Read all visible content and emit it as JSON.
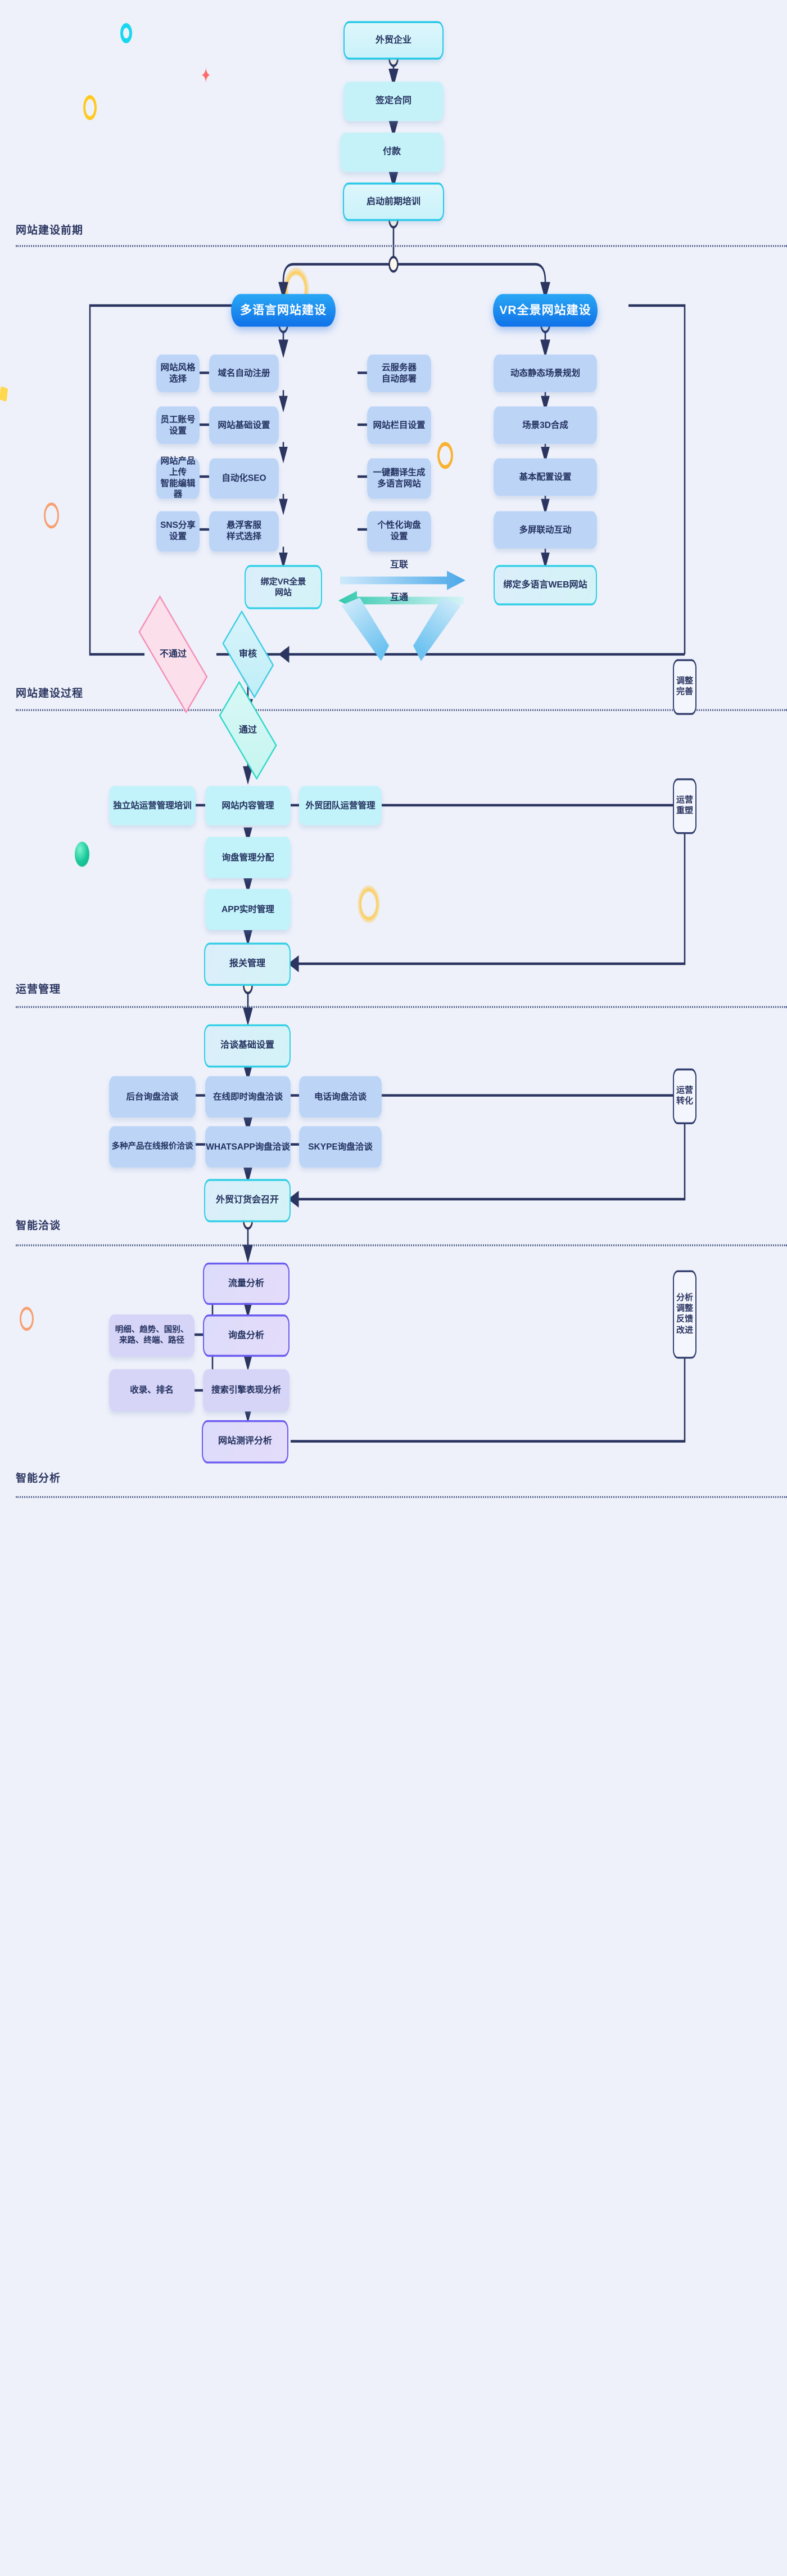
{
  "sections": [
    {
      "id": "pre",
      "label": "网站建设前期"
    },
    {
      "id": "build",
      "label": "网站建设过程"
    },
    {
      "id": "ops",
      "label": "运营管理"
    },
    {
      "id": "talk",
      "label": "智能洽谈"
    },
    {
      "id": "analyze",
      "label": "智能分析"
    }
  ],
  "top_flow": [
    {
      "label": "外贸企业"
    },
    {
      "label": "签定合同"
    },
    {
      "label": "付款"
    },
    {
      "label": "启动前期培训"
    }
  ],
  "branch_headers": {
    "multilang": "多语言网站建设",
    "vr": "VR全景网站建设"
  },
  "multilang_grid": {
    "rows": [
      {
        "left": "网站风格选择",
        "center": "域名自动注册",
        "right": "云服务器\n自动部署"
      },
      {
        "left": "员工账号设置",
        "center": "网站基础设置",
        "right": "网站栏目设置"
      },
      {
        "left": "网站产品上传\n智能编辑器",
        "center": "自动化SEO",
        "right": "一键翻译生成\n多语言网站"
      },
      {
        "left": "SNS分享设置",
        "center": "悬浮客服\n样式选择",
        "right": "个性化询盘\n设置"
      }
    ],
    "bind_node": "绑定VR全景\n网站"
  },
  "vr_column": [
    "动态静态场景规划",
    "场景3D合成",
    "基本配置设置",
    "多屏联动互动"
  ],
  "vr_bind_node": "绑定多语言WEB网站",
  "interchange": {
    "top_label": "互联",
    "bottom_label": "互通"
  },
  "decisions": {
    "audit": "审核",
    "fail": "不通过",
    "pass": "通过"
  },
  "ops_section": {
    "row1": {
      "left": "独立站运营管理培训",
      "center": "网站内容管理",
      "right": "外贸团队运营管理"
    },
    "center_chain": [
      "询盘管理分配",
      "APP实时管理"
    ],
    "accent": "报关管理"
  },
  "talk_section": {
    "head": "洽谈基础设置",
    "row1": {
      "left": "后台询盘洽谈",
      "center": "在线即时询盘洽谈",
      "right": "电话询盘洽谈"
    },
    "row2": {
      "left": "多种产品在线报价洽谈",
      "center": "WHATSAPP询盘洽谈",
      "right": "SKYPE询盘洽谈"
    },
    "accent": "外贸订货会召开"
  },
  "analyze_section": {
    "traffic": "流量分析",
    "inquiry": "询盘分析",
    "inquiry_side": "明细、趋势、国别、\n来路、终端、路径",
    "seo": "搜索引擎表现分析",
    "seo_side": "收录、排名",
    "review": "网站测评分析"
  },
  "side_tags": [
    {
      "id": "adjust",
      "text": "调整\n完善"
    },
    {
      "id": "reshape",
      "text": "运营\n重塑"
    },
    {
      "id": "convert",
      "text": "运营\n转化"
    },
    {
      "id": "feedback",
      "text": "分析\n调整\n反馈\n改进"
    }
  ],
  "colors": {
    "background": "#eef1fa",
    "ink": "#2b3560",
    "wire": "#2b3560",
    "pill_gradient_from": "#2aa7f5",
    "pill_gradient_to": "#0f72e8",
    "card_blue": "#bcd5f7",
    "card_cyan": "#c2f2fa",
    "card_violet": "#d6d4f7",
    "accent_cyan": "#31cfe6",
    "accent_violet": "#6b5cf0",
    "fail_pink": "#f58fb8",
    "star_red": "#ff6a6a"
  }
}
